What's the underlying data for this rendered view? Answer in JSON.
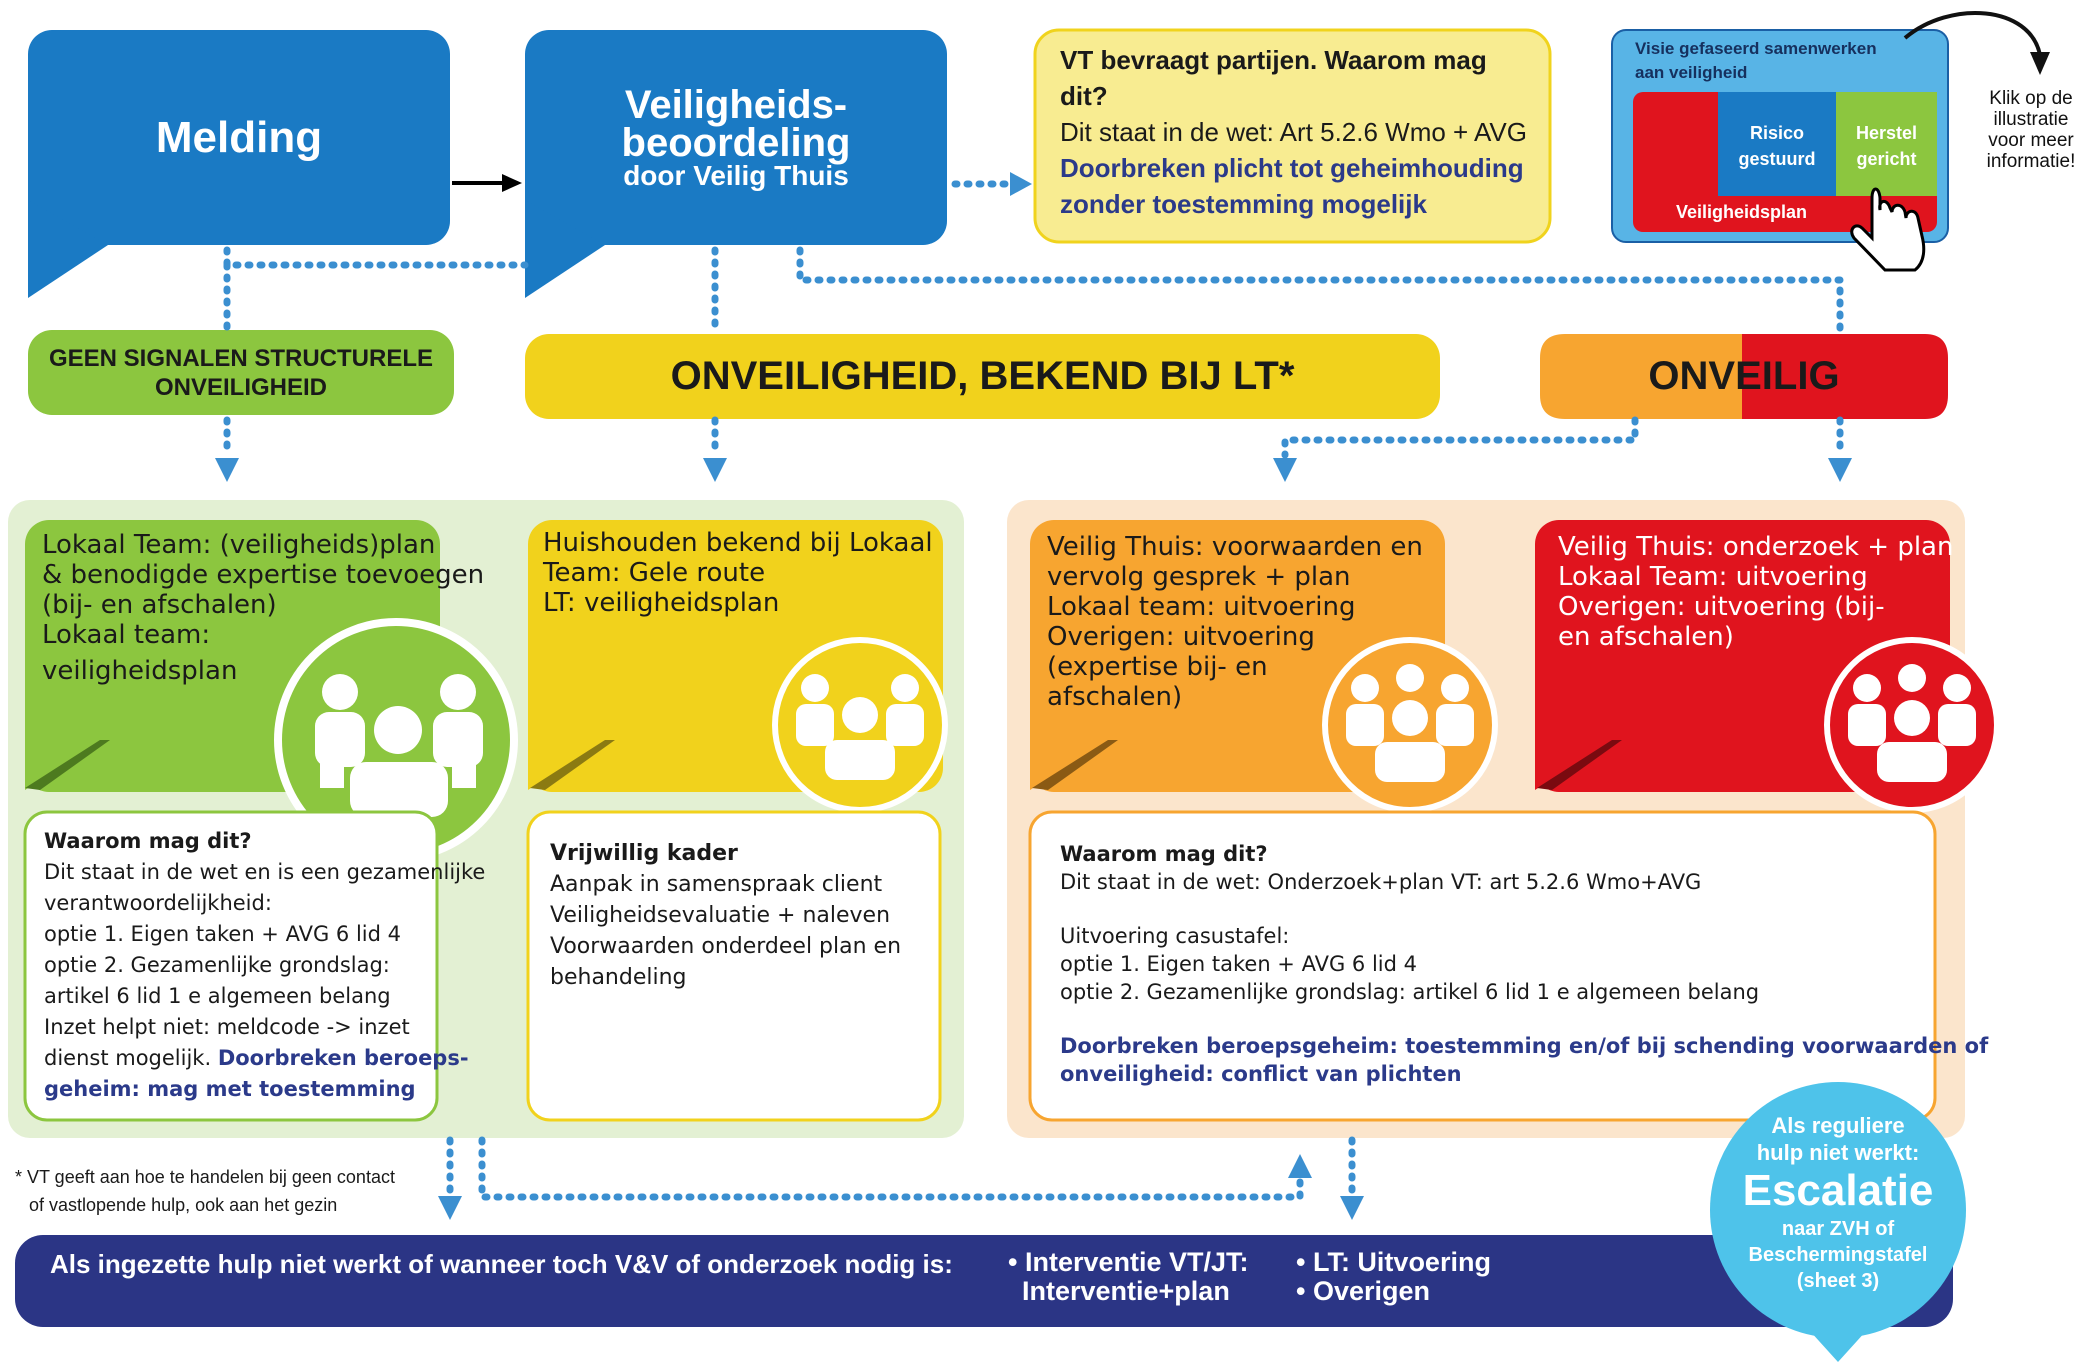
{
  "melding": {
    "title": "Melding"
  },
  "veiligheid": {
    "title1": "Veiligheids-",
    "title2": "beoordeling",
    "sub": "door Veilig Thuis"
  },
  "vt_box": {
    "line1": "VT bevraagt partijen. Waarom mag",
    "line2": "dit?",
    "line3": "Dit staat in de wet: Art 5.2.6 Wmo + AVG",
    "line4": "Doorbreken plicht tot geheimhouding",
    "line5": "zonder toestemming mogelijk"
  },
  "visie": {
    "title1": "Visie gefaseerd samenwerken",
    "title2": "aan veiligheid",
    "risico1": "Risico",
    "risico2": "gestuurd",
    "herstel1": "Herstel",
    "herstel2": "gericht",
    "plan": "Veiligheidsplan"
  },
  "klik": {
    "l1": "Klik op de",
    "l2": "illustratie",
    "l3": "voor meer",
    "l4": "informatie!"
  },
  "bars": {
    "geen1": "GEEN SIGNALEN STRUCTURELE",
    "geen2": "ONVEILIGHEID",
    "onveiligheid": "ONVEILIGHEID, BEKEND BIJ LT*",
    "onveilig": "ONVEILIG"
  },
  "green_card": {
    "l1": "Lokaal Team: (veiligheids)plan",
    "l2": "& benodigde expertise toevoegen",
    "l3": "(bij- en afschalen)",
    "l4": "Lokaal team:",
    "l5": "veiligheidsplan"
  },
  "yellow_card": {
    "l1": "Huishouden bekend bij Lokaal",
    "l2": "Team: Gele route",
    "l3": "LT: veiligheidsplan"
  },
  "orange_card": {
    "l1": "Veilig Thuis: voorwaarden en",
    "l2": "vervolg gesprek + plan",
    "l3": "Lokaal team: uitvoering",
    "l4": "Overigen: uitvoering",
    "l5": "(expertise bij- en",
    "l6": "afschalen)"
  },
  "red_card": {
    "l1": "Veilig Thuis: onderzoek + plan",
    "l2": "Lokaal Team: uitvoering",
    "l3": "Overigen: uitvoering (bij-",
    "l4": "en afschalen)"
  },
  "green_why": {
    "title": "Waarom mag dit?",
    "l1": "Dit staat in de wet en is een gezamenlijke",
    "l2": "verantwoordelijkheid:",
    "l3": "optie 1. Eigen taken + AVG 6 lid 4",
    "l4": "optie 2. Gezamenlijke grondslag:",
    "l5": "artikel 6 lid 1 e algemeen belang",
    "l6": "Inzet helpt niet: meldcode -> inzet",
    "l7a": "dienst mogelijk. ",
    "l7b": "Doorbreken beroeps-",
    "l8": "geheim:  mag met toestemming"
  },
  "yellow_why": {
    "title": "Vrijwillig kader",
    "l1": "Aanpak in samenspraak client",
    "l2": "Veiligheidsevaluatie + naleven",
    "l3": "Voorwaarden onderdeel plan en",
    "l4": "behandeling"
  },
  "orange_why": {
    "title": "Waarom mag dit?",
    "l1": "Dit staat in de wet: Onderzoek+plan VT: art 5.2.6 Wmo+AVG",
    "l2": "Uitvoering casustafel:",
    "l3": "optie 1. Eigen taken + AVG 6 lid 4",
    "l4": "optie 2. Gezamenlijke grondslag: artikel 6 lid 1 e algemeen belang",
    "l5": "Doorbreken beroepsgeheim: toestemming en/of bij schending voorwaarden of",
    "l6": "onveiligheid: conflict van plichten"
  },
  "footnote": {
    "l1": "* VT geeft aan hoe te handelen bij geen contact",
    "l2": "of vastlopende hulp,  ook aan het gezin"
  },
  "bottom": {
    "main": "Als ingezette hulp niet werkt of wanneer toch V&V of onderzoek nodig is:",
    "b1a": "• Interventie VT/JT:",
    "b1b": "Interventie+plan",
    "b2a": "• LT: Uitvoering",
    "b2b": "• Overigen"
  },
  "escalatie": {
    "l1": "Als reguliere",
    "l2": "hulp niet werkt:",
    "big": "Escalatie",
    "l3": "naar ZVH of",
    "l4": "Beschermingstafel",
    "l5": "(sheet 3)"
  },
  "colors": {
    "blue": "#1a7ac4",
    "green": "#8cc63f",
    "yellow": "#f1d21c",
    "orange": "#f7a530",
    "red": "#e0141e",
    "navy": "#2b3585",
    "cyan": "#4ec3ea"
  }
}
